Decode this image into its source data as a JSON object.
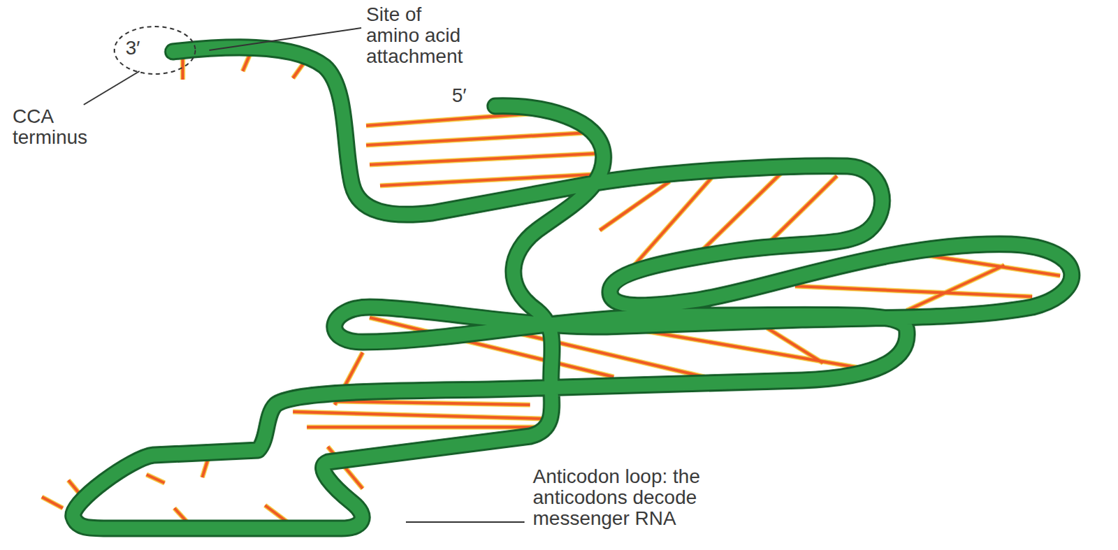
{
  "diagram": {
    "labels": [
      "3′",
      "Site of amino acid attachment",
      "5′",
      "CCA terminus",
      "Anticodon loop: the anticodons decode messenger RNA"
    ]
  }
}
